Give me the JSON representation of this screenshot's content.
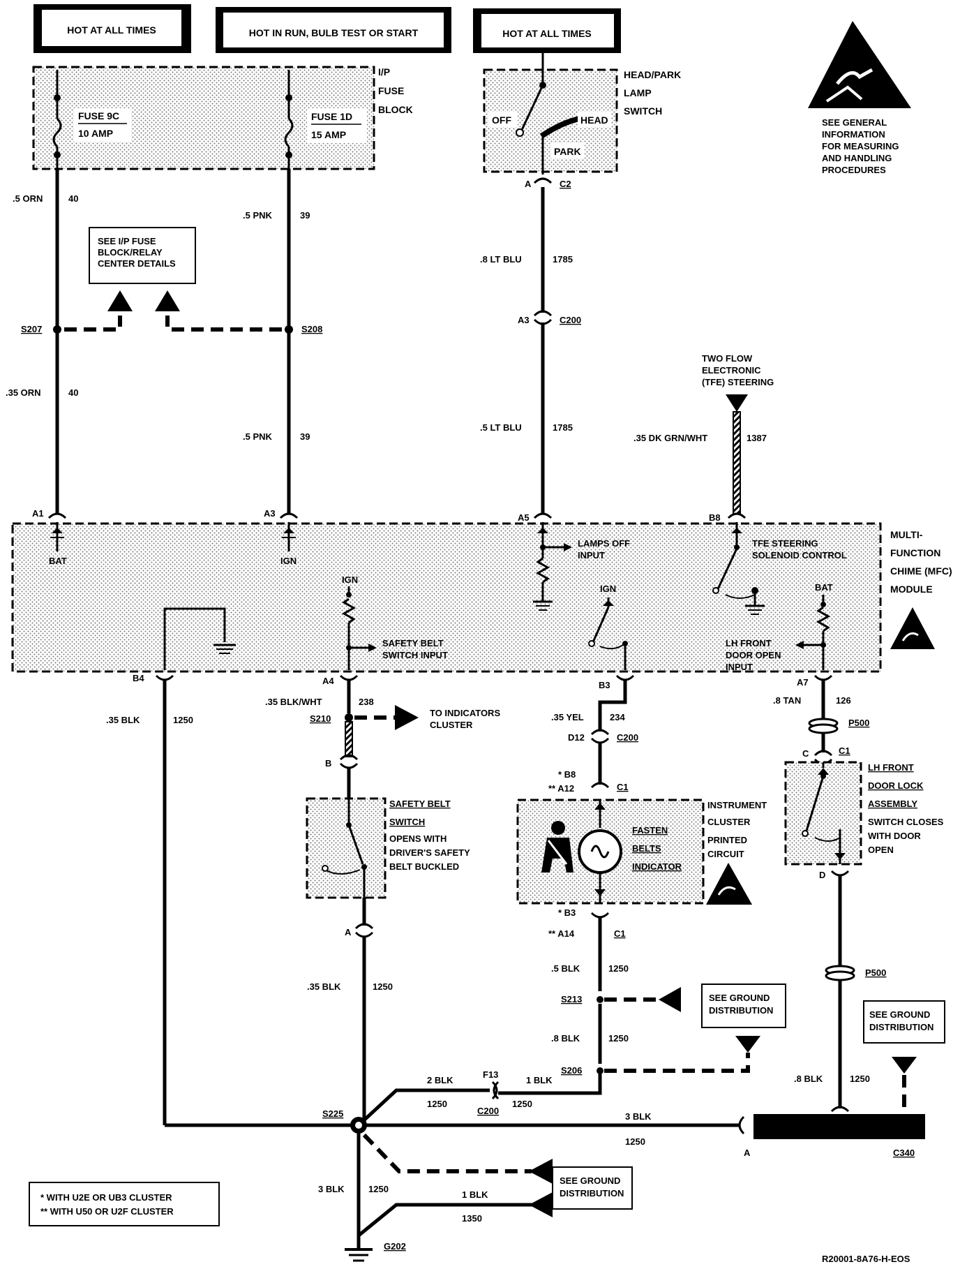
{
  "headers": {
    "h1": "HOT AT ALL TIMES",
    "h2": "HOT IN RUN, BULB TEST OR START",
    "h3": "HOT AT ALL TIMES"
  },
  "esd_note": [
    "SEE GENERAL",
    "INFORMATION",
    "FOR MEASURING",
    "AND HANDLING",
    "PROCEDURES"
  ],
  "fuse_block": {
    "label": [
      "I/P",
      "FUSE",
      "BLOCK"
    ],
    "fuse1_name": "FUSE 9C",
    "fuse1_rating": "10 AMP",
    "fuse2_name": "FUSE 1D",
    "fuse2_rating": "15 AMP"
  },
  "headlamp_switch": {
    "label": [
      "HEAD/PARK",
      "LAMP",
      "SWITCH"
    ],
    "off": "OFF",
    "head": "HEAD",
    "park": "PARK",
    "pin": "A",
    "connector": "C2"
  },
  "fuse_note": [
    "SEE I/P FUSE",
    "BLOCK/RELAY",
    "CENTER DETAILS"
  ],
  "wires": {
    "orn_top": ".5 ORN",
    "orn_top_num": "40",
    "pnk_top": ".5 PNK",
    "pnk_top_num": "39",
    "ltblu_top": ".8 LT BLU",
    "ltblu_top_num": "1785",
    "orn_bot": ".35 ORN",
    "orn_bot_num": "40",
    "pnk_bot": ".5 PNK",
    "pnk_bot_num": "39",
    "ltblu_bot": ".5 LT BLU",
    "ltblu_bot_num": "1785",
    "grn": ".35 DK GRN/WHT",
    "grn_num": "1387",
    "blk_left": ".35 BLK",
    "blk_left_num": "1250",
    "blkwht": ".35 BLK/WHT",
    "blkwht_num": "238",
    "yel": ".35 YEL",
    "yel_num": "234",
    "tan": ".8 TAN",
    "tan_num": "126",
    "blk_belt": ".35 BLK",
    "blk_belt_num": "1250",
    "blk_c1": ".5 BLK",
    "blk_c1_num": "1250",
    "blk_s213": ".8 BLK",
    "blk_s213_num": "1250",
    "blk_2": "2 BLK",
    "blk_2_num": "1250",
    "blk_1": "1 BLK",
    "blk_1_num": "1250",
    "blk_3": "3 BLK",
    "blk_3_num": "1250",
    "blk_door": ".8 BLK",
    "blk_door_num": "1250",
    "blk_3v": "3 BLK",
    "blk_3v_num": "1250",
    "blk_1g": "1 BLK",
    "blk_1g_num": "1350"
  },
  "splices": {
    "s207": "S207",
    "s208": "S208",
    "s210": "S210",
    "s213": "S213",
    "s206": "S206",
    "s225": "S225",
    "c200_a3": "C200",
    "a3": "A3",
    "f13": "F13",
    "c200_f13": "C200",
    "g202": "G202",
    "c340": "C340",
    "c340_pin": "A",
    "d12": "D12",
    "c200_d12": "C200",
    "p500a": "P500",
    "p500b": "P500"
  },
  "tfe": {
    "label": [
      "TWO FLOW",
      "ELECTRONIC",
      "(TFE) STEERING"
    ]
  },
  "mfc": {
    "label": [
      "MULTI-",
      "FUNCTION",
      "CHIME (MFC)",
      "MODULE"
    ],
    "a1": "A1",
    "a3": "A3",
    "a5": "A5",
    "b8": "B8",
    "b4": "B4",
    "a4": "A4",
    "b3": "B3",
    "a7": "A7",
    "bat": "BAT",
    "ign": "IGN",
    "lamps_off": [
      "LAMPS OFF",
      "INPUT"
    ],
    "tfe_ctrl": [
      "TFE STEERING",
      "SOLENOID CONTROL"
    ],
    "ign2": "IGN",
    "belt_input": [
      "SAFETY BELT",
      "SWITCH INPUT"
    ],
    "ign3": "IGN",
    "bat2": "BAT",
    "door_input": [
      "LH FRONT",
      "DOOR OPEN",
      "INPUT"
    ]
  },
  "indicators_note": [
    "TO INDICATORS",
    "CLUSTER"
  ],
  "belt_switch": {
    "label": [
      "SAFETY BELT",
      "SWITCH"
    ],
    "desc": [
      "OPENS WITH",
      "DRIVER'S SAFETY",
      "BELT BUCKLED"
    ],
    "pin_top": "B",
    "pin_bot": "A"
  },
  "cluster": {
    "label": [
      "INSTRUMENT",
      "CLUSTER",
      "PRINTED",
      "CIRCUIT"
    ],
    "indicator": [
      "FASTEN",
      "BELTS",
      "INDICATOR"
    ],
    "b8": "* B8",
    "a12": "** A12",
    "c1_top": "C1",
    "b3": "* B3",
    "a14": "** A14",
    "c1_bot": "C1"
  },
  "door_switch": {
    "label": [
      "LH FRONT",
      "DOOR LOCK",
      "ASSEMBLY"
    ],
    "desc": [
      "SWITCH CLOSES",
      "WITH DOOR",
      "OPEN"
    ],
    "pin_c": "C",
    "conn": "C1",
    "pin_d": "D"
  },
  "ground_notes": {
    "g1": [
      "SEE GROUND",
      "DISTRIBUTION"
    ],
    "g2": [
      "SEE GROUND",
      "DISTRIBUTION"
    ],
    "g3": [
      "SEE GROUND",
      "DISTRIBUTION"
    ]
  },
  "legend": [
    "* WITH U2E OR UB3 CLUSTER",
    "** WITH U50 OR U2F CLUSTER"
  ],
  "ref": "R20001-8A76-H-EOS"
}
